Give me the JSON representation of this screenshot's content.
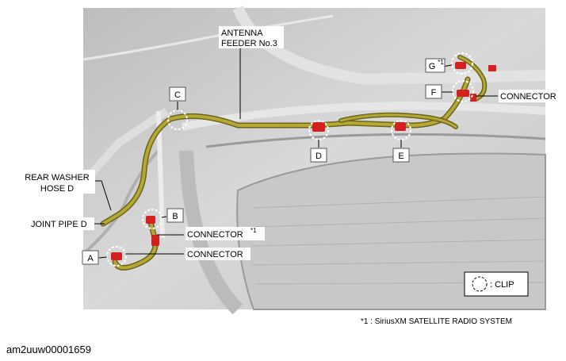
{
  "labels": {
    "antenna_feeder_line1": "ANTENNA",
    "antenna_feeder_line2": "FEEDER No.3",
    "rear_washer_line1": "REAR WASHER",
    "rear_washer_line2": "HOSE D",
    "joint_pipe": "JOINT PIPE D",
    "connector_sup": "CONNECTOR",
    "connector_sup_mark": "*1",
    "connector_lower": "CONNECTOR",
    "connector_right": "CONNECTOR",
    "clip_legend": ": CLIP"
  },
  "points": {
    "a": "A",
    "b": "B",
    "c": "C",
    "d": "D",
    "e": "E",
    "f": "F",
    "g": "G",
    "g_mark": "*1"
  },
  "footnote": "*1 : SiriusXM SATELLITE RADIO SYSTEM",
  "figure_id": "am2uuw00001659",
  "colors": {
    "harness": "#b5a833",
    "clip": "#d42020",
    "photo_bg": "#cfcfcf"
  }
}
